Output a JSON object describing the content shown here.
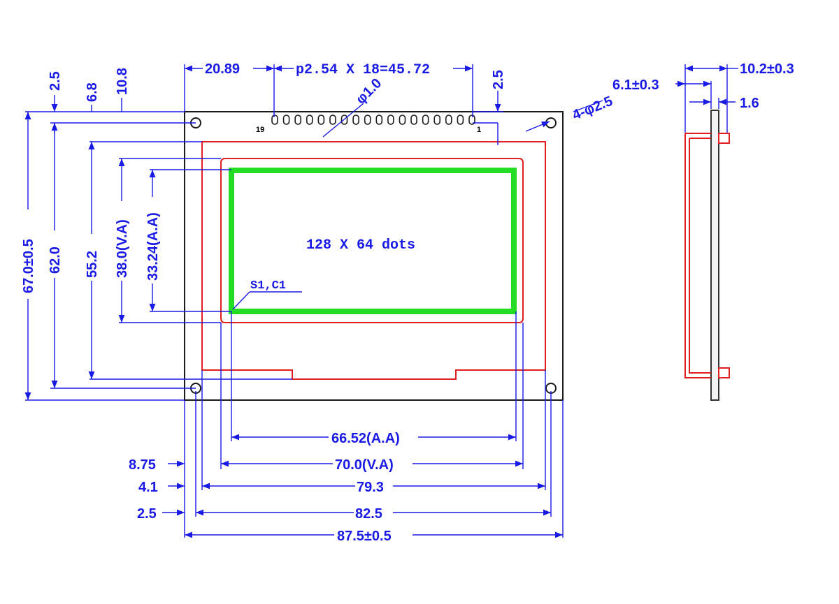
{
  "top_dims": {
    "d1": "20.89",
    "d2": "p2.54  X  18=45.72",
    "d3": "2.5",
    "phi1": "φ1.0",
    "phi2": "4-φ2.5"
  },
  "left_dims": {
    "d2_5": "2.5",
    "d6_8": "6.8",
    "d10_8": "10.8",
    "d67": "67.0±0.5",
    "d62": "62.0",
    "d55_2": "55.2",
    "d38": "38.0(V.A)",
    "d33_24": "33.24(A.A)"
  },
  "bottom_dims": {
    "aa": "66.52(A.A)",
    "va": "70.0(V.A)",
    "w79": "79.3",
    "w82": "82.5",
    "w87": "87.5±0.5",
    "o875": "8.75",
    "o41": "4.1",
    "o25": "2.5"
  },
  "side_dims": {
    "t10": "10.2±0.3",
    "t6": "6.1±0.3",
    "t16": "1.6"
  },
  "display": {
    "label": "128  X  64  dots",
    "origin": "S1,C1",
    "pin_first": "19",
    "pin_last": "1"
  },
  "colors": {
    "dimension": "#1a1ae6",
    "outline": "#1a1a1a",
    "bezel": "#e02020",
    "active_area": "#22dd22"
  }
}
